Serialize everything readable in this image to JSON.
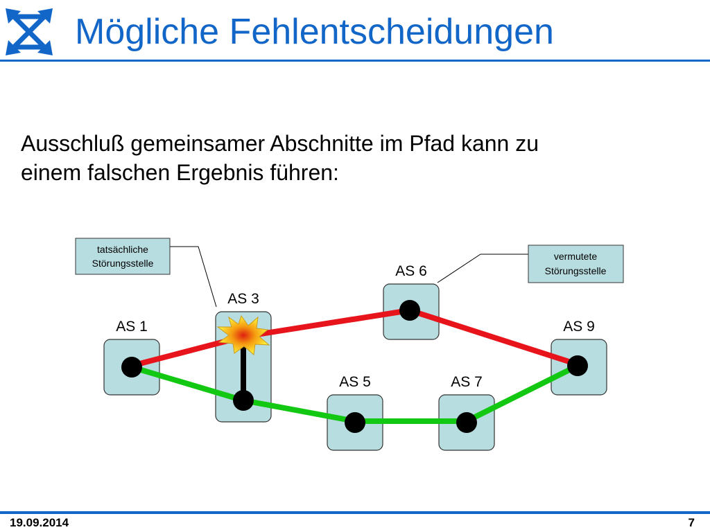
{
  "slide": {
    "title": "Mögliche Fehlentscheidungen",
    "body_line1": "Ausschluß gemeinsamer Abschnitte im Pfad kann zu",
    "body_line2": "einem falschen Ergebnis führen:",
    "logo_icon": "crossed-arrows-logo-icon",
    "accent_color": "#1266c8"
  },
  "diagram": {
    "nodes": {
      "as1": "AS 1",
      "as3": "AS 3",
      "as5": "AS 5",
      "as6": "AS 6",
      "as7": "AS 7",
      "as9": "AS 9"
    },
    "callouts": {
      "actual_line1": "tatsächliche",
      "actual_line2": "Störungsstelle",
      "assumed_line1": "vermutete",
      "assumed_line2": "Störungsstelle"
    },
    "paths": {
      "red_color": "#e8141c",
      "green_color": "#12c812"
    },
    "box_color": "#b8dde0"
  },
  "footer": {
    "date": "19.09.2014",
    "page": "7"
  }
}
